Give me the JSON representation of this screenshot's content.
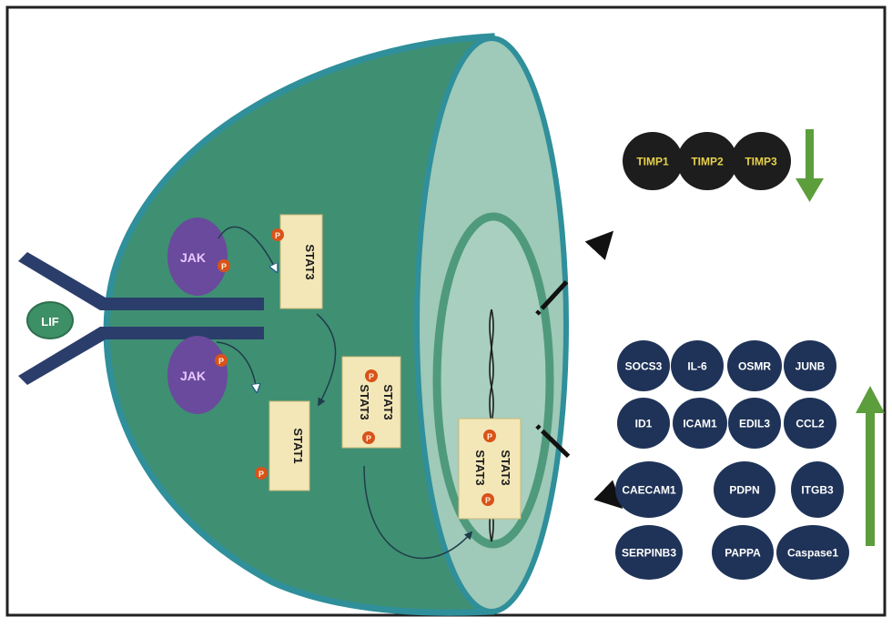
{
  "ligand": {
    "label": "LIF"
  },
  "kinases": [
    {
      "label": "JAK"
    },
    {
      "label": "JAK"
    }
  ],
  "monomers": [
    {
      "label": "STAT3"
    },
    {
      "label": "STAT1"
    }
  ],
  "cytoplasmic_dimer": {
    "left_label": "STAT3",
    "right_label": "STAT3"
  },
  "nuclear_dimer": {
    "left_label": "STAT3",
    "right_label": "STAT3"
  },
  "phospho_label": "P",
  "downregulated_genes": [
    "TIMP1",
    "TIMP2",
    "TIMP3"
  ],
  "upregulated_genes": [
    "SOCS3",
    "IL-6",
    "OSMR",
    "JUNB",
    "ID1",
    "ICAM1",
    "EDIL3",
    "CCL2",
    "CAECAM1",
    "PDPN",
    "ITGB3",
    "SERPINB3",
    "PAPPA",
    "Caspase1"
  ],
  "colors": {
    "cell_body": "#3f8f73",
    "cell_edge": "#2f8f9a",
    "nucleus_face": "#9fc9b8",
    "nucleus_ring": "#4f9a7c",
    "receptor": "#2b3e6b",
    "jak": "#6a4a9c",
    "stat_box": "#f3e7b8",
    "phospho": "#d9521a",
    "down_gene": "#1d1d1d",
    "down_gene_text": "#e7d24a",
    "up_gene": "#1f3358",
    "up_gene_text": "#ffffff",
    "arrow_green": "#5c9e3c"
  }
}
